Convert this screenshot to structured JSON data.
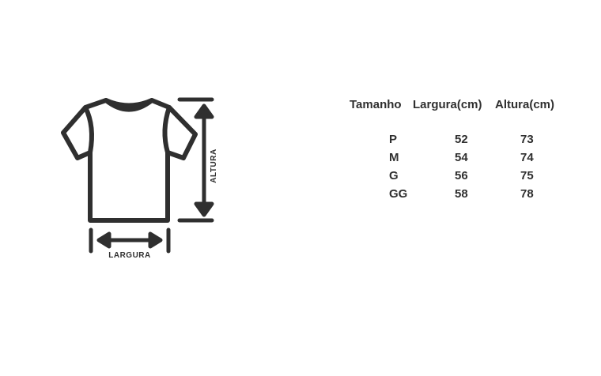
{
  "diagram": {
    "width_label": "LARGURA",
    "height_label": "ALTURA"
  },
  "table": {
    "headers": [
      "Tamanho",
      "Largura(cm)",
      "Altura(cm)"
    ],
    "rows": [
      {
        "size": "P",
        "width": "52",
        "height": "73"
      },
      {
        "size": "M",
        "width": "54",
        "height": "74"
      },
      {
        "size": "G",
        "width": "56",
        "height": "75"
      },
      {
        "size": "GG",
        "width": "58",
        "height": "78"
      }
    ]
  },
  "colors": {
    "ink": "#2f2f2f",
    "background": "#ffffff"
  }
}
